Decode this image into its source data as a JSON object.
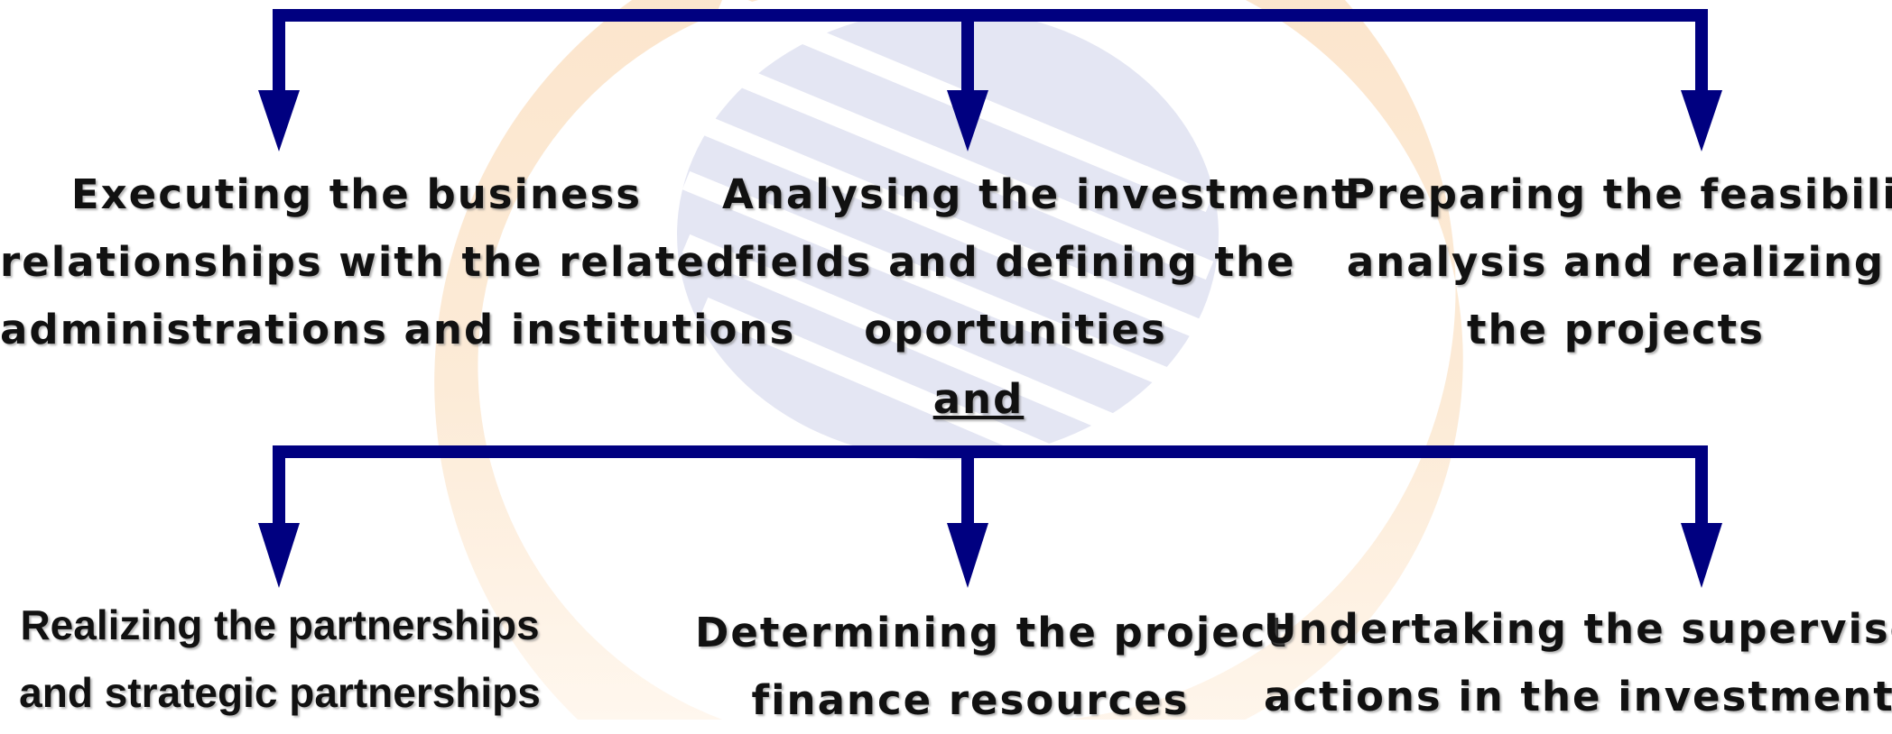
{
  "diagram": {
    "connector_color": "#000080",
    "top_row": [
      {
        "lines": [
          "Executing the business",
          "relationships with the related",
          "administrations and institutions"
        ]
      },
      {
        "lines": [
          "Analysing the investment",
          "fields and defining the",
          "oportunities"
        ]
      },
      {
        "lines": [
          "Preparing the feasibility",
          "analysis and realizing",
          "the projects"
        ]
      }
    ],
    "joiner": "and",
    "bottom_row": [
      {
        "lines": [
          "Realizing the partnerships",
          "and strategic partnerships"
        ]
      },
      {
        "lines": [
          "Determining the project",
          "finance resources"
        ]
      },
      {
        "lines": [
          "Undertaking the supervisor",
          "actions in the investments"
        ]
      }
    ]
  }
}
